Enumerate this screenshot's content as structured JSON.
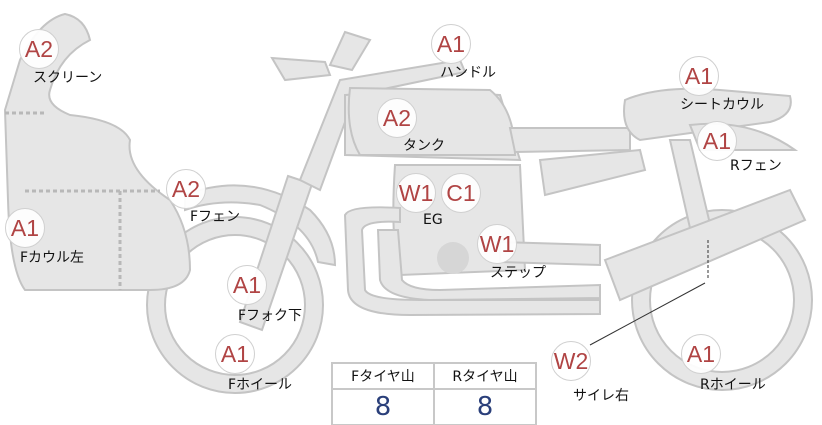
{
  "parts": [
    {
      "id": "screen",
      "grade": "A2",
      "label": "スクリーン"
    },
    {
      "id": "handle",
      "grade": "A1",
      "label": "ハンドル"
    },
    {
      "id": "tank",
      "grade": "A2",
      "label": "タンク"
    },
    {
      "id": "seat-cowl",
      "grade": "A1",
      "label": "シートカウル"
    },
    {
      "id": "r-fender",
      "grade": "A1",
      "label": "Rフェン"
    },
    {
      "id": "f-fender",
      "grade": "A2",
      "label": "Fフェン"
    },
    {
      "id": "f-cowl-left",
      "grade": "A1",
      "label": "Fカウル左"
    },
    {
      "id": "engine",
      "grades": [
        "W1",
        "C1"
      ],
      "label": "EG"
    },
    {
      "id": "step",
      "grade": "W1",
      "label": "ステップ"
    },
    {
      "id": "f-fork-lower",
      "grade": "A1",
      "label": "Fフォク下"
    },
    {
      "id": "f-wheel",
      "grade": "A1",
      "label": "Fホイール"
    },
    {
      "id": "silencer-right",
      "grade": "W2",
      "label": "サイレ右"
    },
    {
      "id": "r-wheel",
      "grade": "A1",
      "label": "Rホイール"
    }
  ],
  "tires": {
    "headers": [
      "Fタイヤ山",
      "Rタイヤ山"
    ],
    "values": [
      "8",
      "8"
    ]
  },
  "colors": {
    "grade": "#b04444",
    "tire_value": "#2a3f7a",
    "part_fill": "#e6e6e6",
    "part_stroke": "#c8c8c8"
  }
}
